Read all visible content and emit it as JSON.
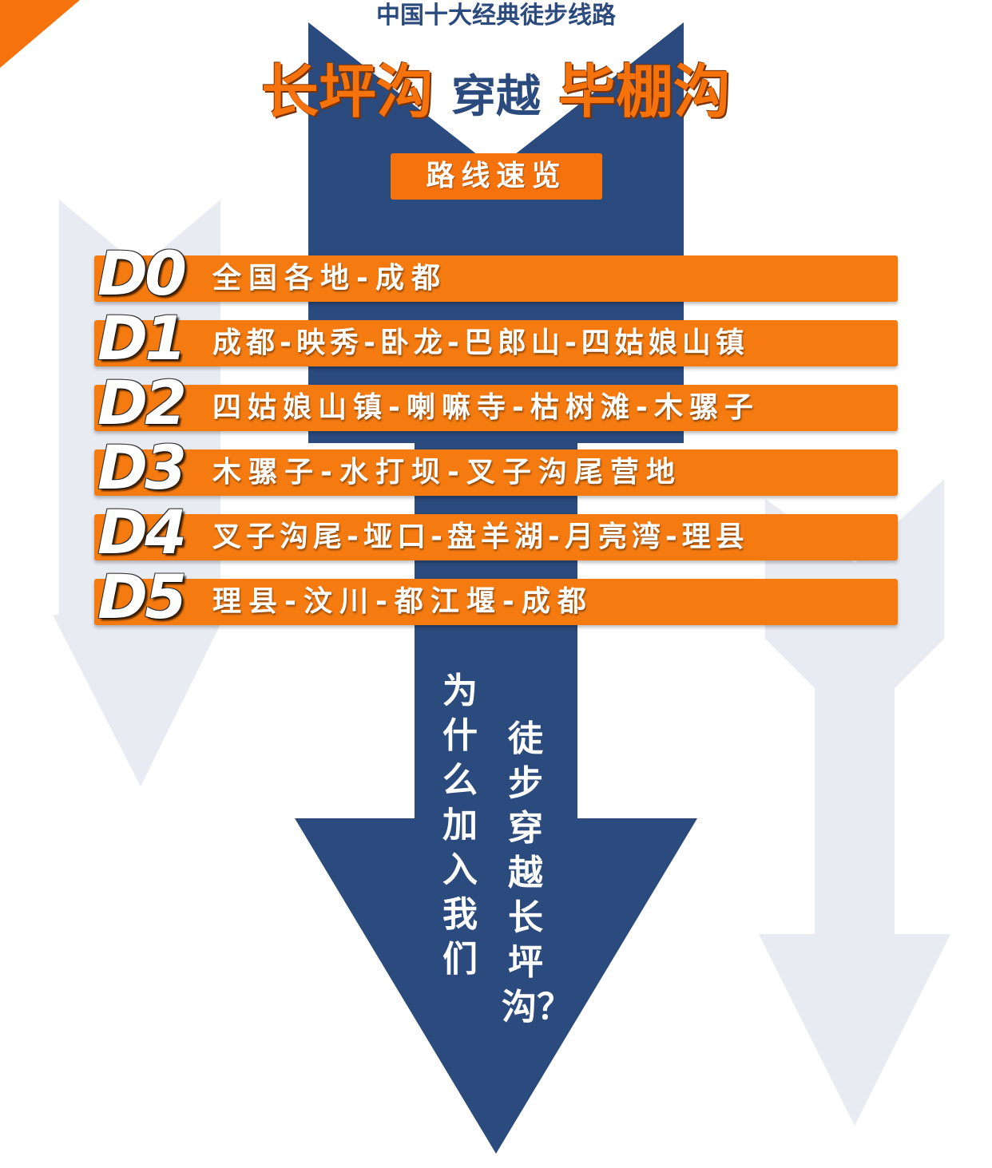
{
  "header": {
    "subtitle": "中国十大经典徒步线路",
    "title_part1": "长坪沟",
    "title_connector": "穿越",
    "title_part2": "毕棚沟",
    "overview_label": "路线速览"
  },
  "itinerary": [
    {
      "code": "D0",
      "route": "全国各地-成都"
    },
    {
      "code": "D1",
      "route": "成都-映秀-卧龙-巴郎山-四姑娘山镇"
    },
    {
      "code": "D2",
      "route": "四姑娘山镇-喇嘛寺-枯树滩-木骡子"
    },
    {
      "code": "D3",
      "route": "木骡子-水打坝-叉子沟尾营地"
    },
    {
      "code": "D4",
      "route": "叉子沟尾-垭口-盘羊湖-月亮湾-理县"
    },
    {
      "code": "D5",
      "route": "理县-汶川-都江堰-成都"
    }
  ],
  "questions": {
    "left": "为什么加入我们",
    "right": "徒步穿越长坪沟？"
  },
  "colors": {
    "orange": "#f57a0f",
    "navy": "#2b4a7d",
    "pale_arrow": "#e8ebf1"
  }
}
